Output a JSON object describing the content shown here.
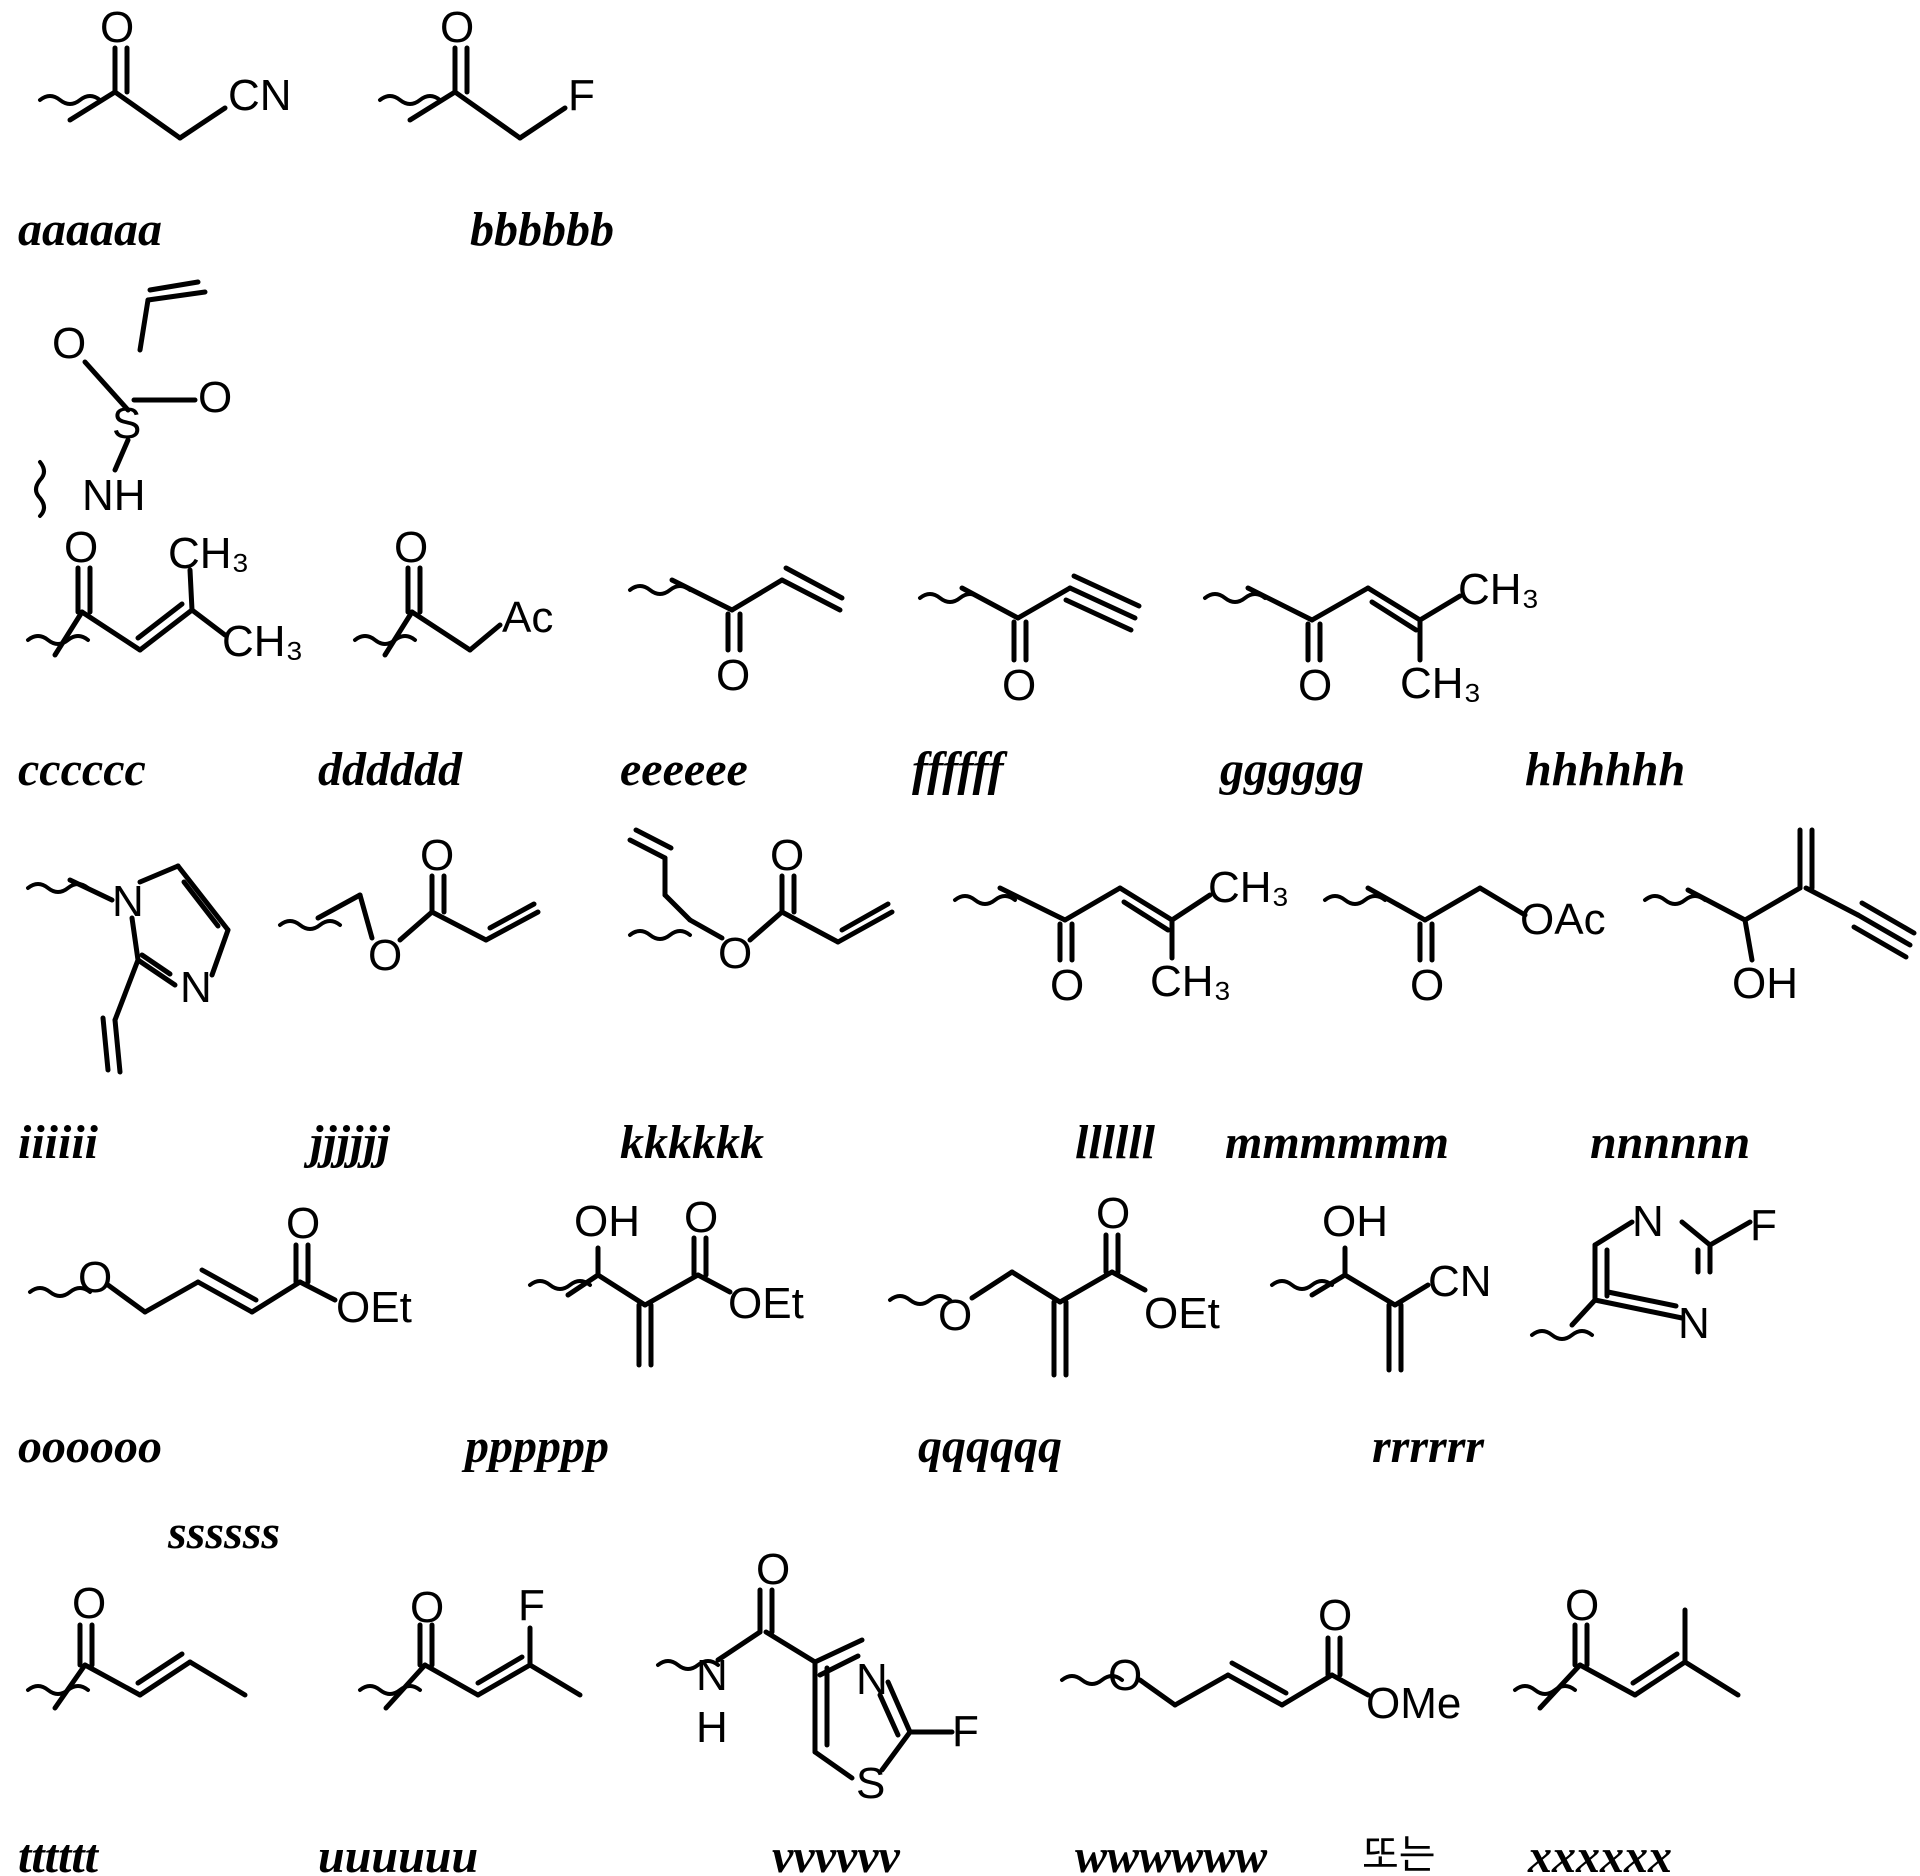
{
  "captions": [
    "aaaaaa",
    "bbbbbb",
    "cccccc",
    "dddddd",
    "eeeeee",
    "ffffff",
    "gggggg",
    "hhhhhh",
    "iiiiii",
    "jjjjjj",
    "kkkkkk",
    "llllll",
    "mmmmmm",
    "nnnnnn",
    "oooooo",
    "pppppp",
    "qqqqqq",
    "rrrrrr",
    "ssssss",
    "tttttt",
    "uuuuuu",
    "vvvvvv",
    "wwwwww",
    "xxxxxx"
  ],
  "conjunction": "또는",
  "labels": {
    "O": "O",
    "CN": "CN",
    "F": "F",
    "S": "S",
    "NH": "NH",
    "N": "N",
    "H": "H",
    "CH3": "CH₃",
    "Ac": "Ac",
    "OAc": "OAc",
    "OH": "OH",
    "OEt": "OEt",
    "OMe": "OMe"
  }
}
